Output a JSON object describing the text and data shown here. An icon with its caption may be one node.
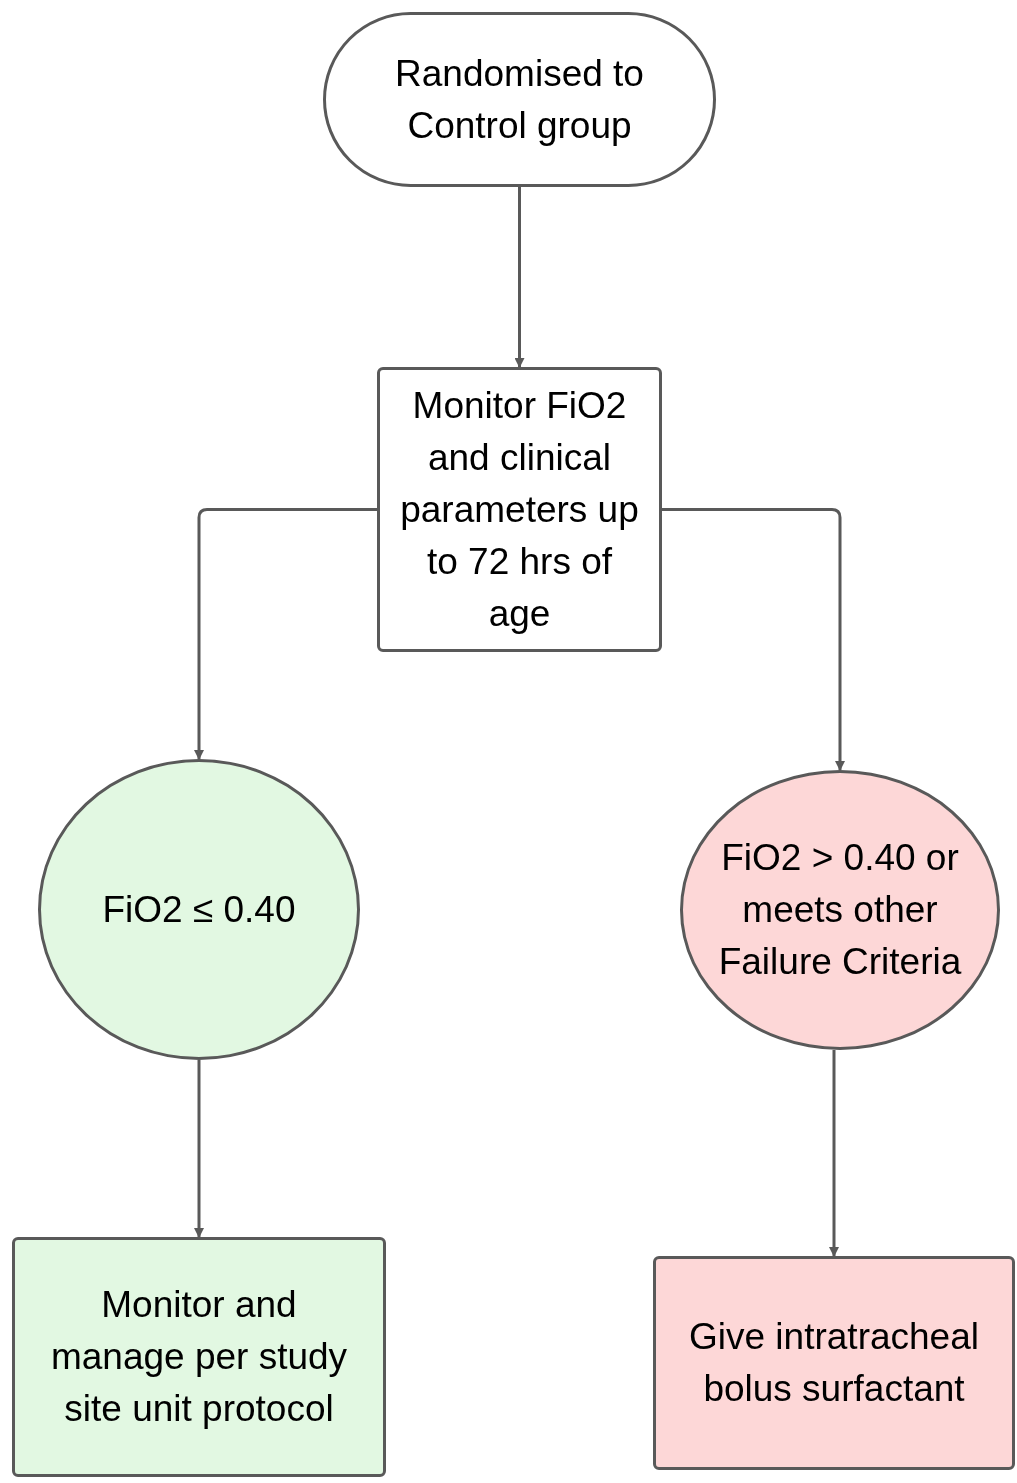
{
  "diagram": {
    "nodes": [
      {
        "text": [
          "Randomised to Control group"
        ]
      },
      {
        "text": [
          "Monitor FiO2 and clinical parameters up to 72 hrs of age"
        ]
      },
      {
        "text": [
          "FiO2 ≤ 0.40"
        ]
      },
      {
        "text": [
          "FiO2 > 0.40 or meets other Failure Criteria"
        ]
      },
      {
        "text": [
          "Monitor and manage per study site unit protocol"
        ]
      },
      {
        "text": [
          "Give intratracheal bolus surfactant"
        ]
      }
    ],
    "edges": [
      {
        "from": 0,
        "to": 1,
        "arrow": "to"
      },
      {
        "from": 1,
        "to": 2,
        "arrow": "to"
      },
      {
        "from": 1,
        "to": 3,
        "arrow": "to"
      },
      {
        "from": 2,
        "to": 4,
        "arrow": "to"
      },
      {
        "from": 3,
        "to": 5,
        "arrow": "to"
      }
    ]
  }
}
